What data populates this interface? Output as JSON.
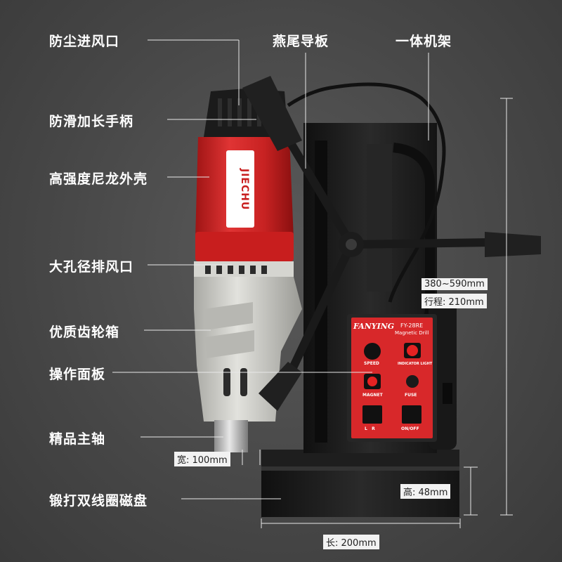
{
  "labels": {
    "dust_inlet": "防尘进风口",
    "dovetail": "燕尾导板",
    "frame": "一体机架",
    "handle": "防滑加长手柄",
    "shell": "高强度尼龙外壳",
    "exhaust": "大孔径排风口",
    "gearbox": "优质齿轮箱",
    "panel": "操作面板",
    "spindle": "精品主轴",
    "magnet": "锻打双线圈磁盘"
  },
  "dimensions": {
    "width": "宽: 100mm",
    "height_range": "380~590mm",
    "stroke": "行程: 210mm",
    "magnet_height": "高: 48mm",
    "length": "长: 200mm"
  },
  "product": {
    "brand": "JIECHU",
    "panel_brand": "FANYING",
    "model": "FY-28RE",
    "subtitle": "Magnetic Drill",
    "speed": "SPEED",
    "indicator": "INDICATOR LIGHT",
    "magnet": "MAGNET",
    "fuse": "FUSE",
    "lr": "L   R",
    "onoff": "ON/OFF"
  },
  "colors": {
    "body_red": "#d42a2a",
    "gearbox_grey": "#cfcfca",
    "frame_black": "#1c1c1c",
    "panel_red": "#d8282a"
  }
}
